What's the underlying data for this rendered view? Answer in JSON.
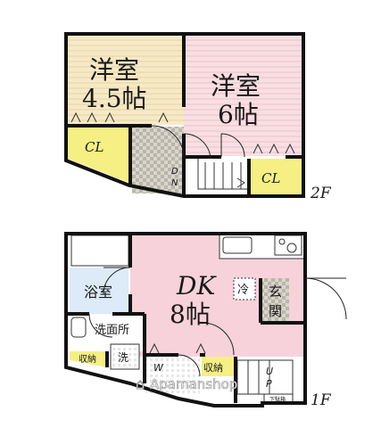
{
  "floor2": {
    "label": "2F",
    "room_a": {
      "name": "洋室",
      "size": "4.5帖"
    },
    "room_b": {
      "name": "洋室",
      "size": "6帖"
    },
    "closet_a": "CL",
    "closet_b": "CL",
    "stair_marks": [
      "D",
      "N"
    ]
  },
  "floor1": {
    "label": "1F",
    "dk": {
      "name": "DK",
      "size": "8帖"
    },
    "bath": "浴室",
    "washroom": "洗面所",
    "entrance": [
      "玄",
      "関"
    ],
    "fridge": "冷",
    "washer": "洗",
    "storage_a": "収納",
    "storage_b": "収納",
    "wc": "W",
    "stair_marks": [
      "U",
      "P"
    ],
    "shoe_box": "下駄箱"
  },
  "watermark": "Apamanshop",
  "colors": {
    "room_a": "#f6e9c6",
    "room_b": "#f8dfe3",
    "closet": "#f6ef84",
    "stairs": "#d6d2c8",
    "dk": "#f7d2da",
    "bath": "#dcebf7",
    "entrance": "#c9c7bf"
  }
}
